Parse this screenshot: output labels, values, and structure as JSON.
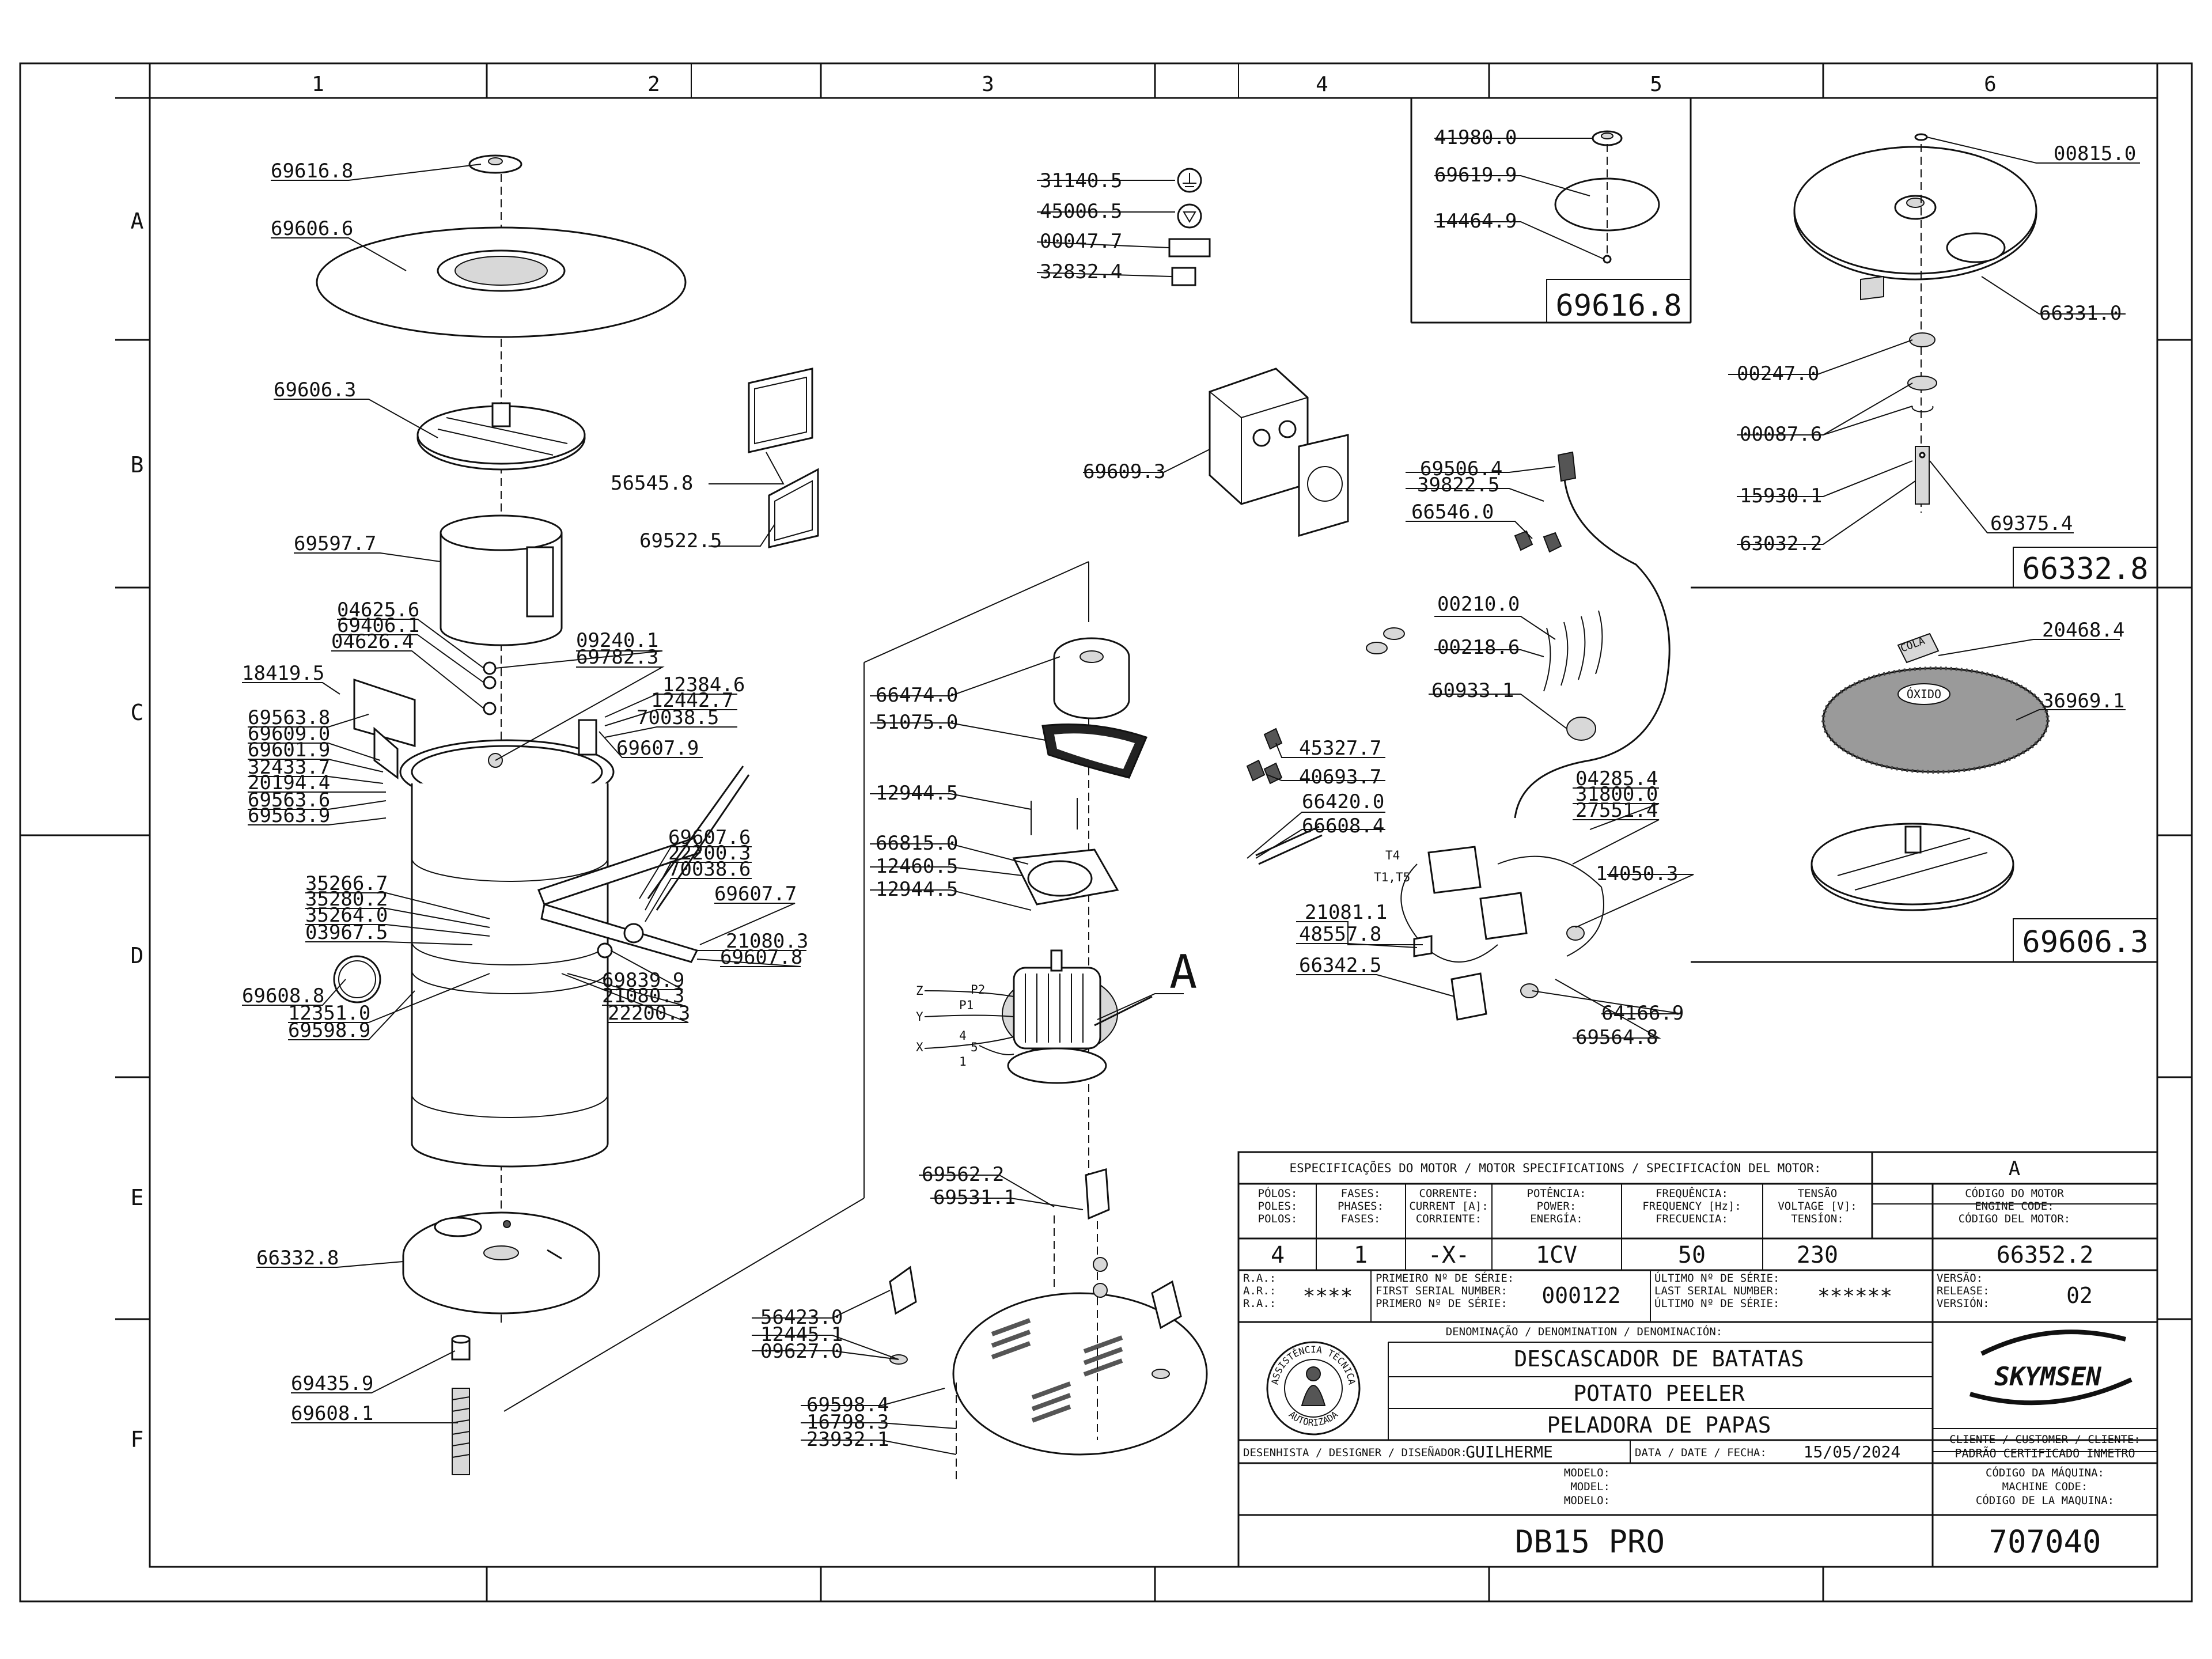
{
  "grid": {
    "columns": [
      "1",
      "2",
      "3",
      "4",
      "5",
      "6"
    ],
    "rows": [
      "A",
      "B",
      "C",
      "D",
      "E",
      "F"
    ]
  },
  "parts": {
    "p69616_8": "69616.8",
    "p69606_6": "69606.6",
    "p69606_3": "69606.3",
    "p69597_7": "69597.7",
    "p04625_6": "04625.6",
    "p69406_1": "69406.1",
    "p04626_4": "04626.4",
    "p09240_1": "09240.1",
    "p69782_3": "69782.3",
    "p18419_5": "18419.5",
    "p12384_6": "12384.6",
    "p12442_7": "12442.7",
    "p70038_5": "70038.5",
    "p69607_9": "69607.9",
    "p69563_8": "69563.8",
    "p69609_0": "69609.0",
    "p69601_9": "69601.9",
    "p32433_7": "32433.7",
    "p20194_4": "20194.4",
    "p69563_6": "69563.6",
    "p69563_9": "69563.9",
    "p69607_6": "69607.6",
    "p22200_3a": "22200.3",
    "p70038_6": "70038.6",
    "p35266_7": "35266.7",
    "p35280_2": "35280.2",
    "p35264_0": "35264.0",
    "p03967_5": "03967.5",
    "p69607_7": "69607.7",
    "p21080_3a": "21080.3",
    "p69607_8": "69607.8",
    "p69608_8": "69608.8",
    "p12351_0": "12351.0",
    "p69598_9": "69598.9",
    "p69839_9": "69839.9",
    "p21080_3b": "21080.3",
    "p22200_3b": "22200.3",
    "p66332_8": "66332.8",
    "p69435_9": "69435.9",
    "p69608_1": "69608.1",
    "p56545_8": "56545.8",
    "p69522_5": "69522.5",
    "p31140_5": "31140.5",
    "p45006_5": "45006.5",
    "p00047_7": "00047.7",
    "p32832_4": "32832.4",
    "p69609_3": "69609.3",
    "p66474_0": "66474.0",
    "p51075_0": "51075.0",
    "p12944_5a": "12944.5",
    "p66815_0": "66815.0",
    "p12460_5": "12460.5",
    "p12944_5b": "12944.5",
    "p69562_2": "69562.2",
    "p69531_1": "69531.1",
    "p56423_0": "56423.0",
    "p12445_1": "12445.1",
    "p09627_0": "09627.0",
    "p69598_4": "69598.4",
    "p16798_3": "16798.3",
    "p23932_1": "23932.1",
    "p69506_4": "69506.4",
    "p39822_5": "39822.5",
    "p66546_0": "66546.0",
    "p00210_0": "00210.0",
    "p00218_6": "00218.6",
    "p60933_1": "60933.1",
    "p45327_7": "45327.7",
    "p40693_7": "40693.7",
    "p66420_0": "66420.0",
    "p66608_4": "66608.4",
    "p04285_4": "04285.4",
    "p31800_0": "31800.0",
    "p27551_4": "27551.4",
    "p14050_3": "14050.3",
    "p21081_1": "21081.1",
    "p48557_8": "48557.8",
    "p66342_5": "66342.5",
    "p64166_9": "64166.9",
    "p69564_8": "69564.8",
    "p41980_0": "41980.0",
    "p69619_9": "69619.9",
    "p14464_9": "14464.9",
    "p00815_0": "00815.0",
    "p66331_0": "66331.0",
    "p00247_0": "00247.0",
    "p00087_6": "00087.6",
    "p15930_1": "15930.1",
    "p63032_2": "63032.2",
    "p69375_4": "69375.4",
    "p20468_4": "20468.4",
    "p36969_1": "36969.1"
  },
  "detail_boxes": {
    "box1": "69616.8",
    "box2": "66332.8",
    "box3": "69606.3"
  },
  "callout_a": "A",
  "motor_terminals": {
    "z": "Z",
    "y": "Y",
    "x": "X",
    "p2": "P2",
    "p1": "P1",
    "n4": "4",
    "n5": "5",
    "n1": "1",
    "t4": "T4",
    "t1t5": "T1,T5"
  },
  "product_labels": {
    "cola": "COLA",
    "oxido": "ÓXIDO"
  },
  "title_block": {
    "spec_header": "ESPECIFICAÇÕES DO MOTOR / MOTOR SPECIFICATIONS / SPECIFICACÍON DEL MOTOR:",
    "version_label": "A",
    "poles_h": [
      "PÓLOS:",
      "POLES:",
      "POLOS:"
    ],
    "phases_h": [
      "FASES:",
      "PHASES:",
      "FASES:"
    ],
    "current_h": [
      "CORRENTE:",
      "CURRENT [A]:",
      "CORRIENTE:"
    ],
    "power_h": [
      "POTÊNCIA:",
      "POWER:",
      "ENERGÍA:"
    ],
    "freq_h": [
      "FREQUÊNCIA:",
      "FREQUENCY [Hz]:",
      "FRECUENCIA:"
    ],
    "voltage_h": [
      "TENSÃO",
      "VOLTAGE [V]:",
      "TENSÍON:"
    ],
    "motor_code_h": [
      "CÓDIGO DO MOTOR",
      "ENGINE CODE:",
      "CÓDIGO DEL MOTOR:"
    ],
    "poles": "4",
    "phases": "1",
    "current": "-X-",
    "power": "1CV",
    "frequency": "50",
    "voltage": "230",
    "motor_code": "66352.2",
    "ra_h": [
      "R.A.:",
      "A.R.:",
      "R.A.:"
    ],
    "ra_value": "****",
    "first_serial_h": [
      "PRIMEIRO Nº DE SÉRIE:",
      "FIRST SERIAL NUMBER:",
      "PRIMERO Nº DE SÉRIE:"
    ],
    "first_serial": "000122",
    "last_serial_h": [
      "ÚLTIMO Nº DE SÉRIE:",
      "LAST SERIAL NUMBER:",
      "ÚLTIMO Nº DE SÉRIE:"
    ],
    "last_serial": "******",
    "release_h": [
      "VERSÃO:",
      "RELEASE:",
      "VERSIÓN:"
    ],
    "release": "02",
    "denomination_h": "DENOMINAÇÃO / DENOMINATION / DENOMINACIÓN:",
    "name_pt": "DESCASCADOR DE BATATAS",
    "name_en": "POTATO PEELER",
    "name_es": "PELADORA DE PAPAS",
    "seal_text_top": "ASSISTÊNCIA TÉCNICA",
    "seal_text_bottom": "AUTORIZADA",
    "brand": "SKYMSEN",
    "client_h": "CLIENTE / CUSTOMER / CLIENTE:",
    "client": "PADRÃO CERTIFICADO INMETRO",
    "designer_h": "DESENHISTA / DESIGNER / DISEÑADOR:",
    "designer": "GUILHERME",
    "date_h": "DATA / DATE / FECHA:",
    "date": "15/05/2024",
    "model_h": [
      "MODELO:",
      "MODEL:",
      "MODELO:"
    ],
    "model": "DB15 PRO",
    "machine_code_h": [
      "CÓDIGO DA MÁQUINA:",
      "MACHINE CODE:",
      "CÓDIGO DE LA MAQUINA:"
    ],
    "machine_code": "707040"
  }
}
